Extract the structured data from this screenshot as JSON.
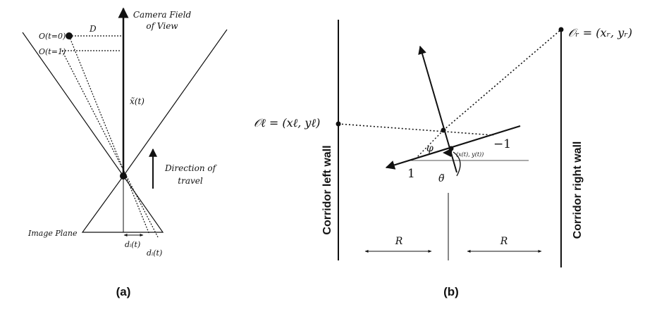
{
  "panel_a": {
    "caption": "(a)",
    "d_label": "D",
    "camera_fov": [
      "Camera Field",
      "of View"
    ],
    "o_t0": "O(t=0)",
    "o_t1": "O(t=1)",
    "x_tilde": "x̃(t)",
    "direction": [
      "Direction of",
      "travel"
    ],
    "image_plane": "Image Plane",
    "d_i_1": "dᵢ(t)",
    "d_i_2": "dᵢ(t)"
  },
  "panel_b": {
    "caption": "(b)",
    "o_r": "𝒪ᵣ = (xᵣ, yᵣ)",
    "o_l": "𝒪ℓ = (xℓ, yℓ)",
    "minus_one": "−1",
    "one": "1",
    "phi": "φ",
    "point_label": "(x(t), y(t))",
    "theta": "θ̃",
    "left_wall": "Corridor left wall",
    "right_wall": "Corridor right wall",
    "r_left": "R",
    "r_right": "R"
  }
}
